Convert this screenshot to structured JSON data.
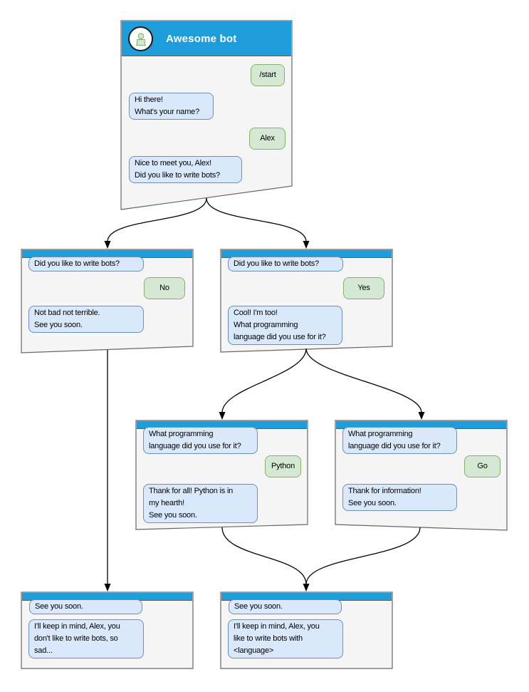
{
  "diagram": {
    "type": "chatbot-dialog-flowchart",
    "colors": {
      "header_blue": "#1E9DDB",
      "window_background": "#F5F5F5",
      "window_border": "#666666",
      "bot_bubble_fill": "#DAE8FC",
      "bot_bubble_border": "#6C8EBF",
      "user_bubble_fill": "#D5E8D4",
      "user_bubble_border": "#82B366",
      "connector": "#000000",
      "title_text": "#FFFFFF"
    }
  },
  "main": {
    "title": "Awesome bot",
    "avatar_icon": "person",
    "user_start": "/start",
    "bot_greet": "Hi there!\nWhat's your name?",
    "user_name": "Alex",
    "bot_ask": "Nice to meet you, Alex!\nDid you like to write bots?"
  },
  "no_branch": {
    "question": "Did you like to write bots?",
    "answer": "No",
    "reply": "Not bad not terrible.\nSee you soon."
  },
  "yes_branch": {
    "question": "Did you like to write bots?",
    "answer": "Yes",
    "reply": "Cool! I'm too!\nWhat programming\nlanguage did you use for it?"
  },
  "python_branch": {
    "question": "What programming\nlanguage did you use for it?",
    "answer": "Python",
    "reply": "Thank for all! Python is in\nmy hearth!\nSee you soon."
  },
  "go_branch": {
    "question": "What programming\nlanguage did you use for it?",
    "answer": "Go",
    "reply": "Thank for information!\nSee you soon."
  },
  "bye_no": {
    "question": "See you soon.",
    "reply": "I'll keep in mind, Alex, you\ndon't like to write bots, so\nsad..."
  },
  "bye_yes": {
    "question": "See you soon.",
    "reply": "I'll keep in mind, Alex, you\nlike to write bots with\n<language>"
  }
}
